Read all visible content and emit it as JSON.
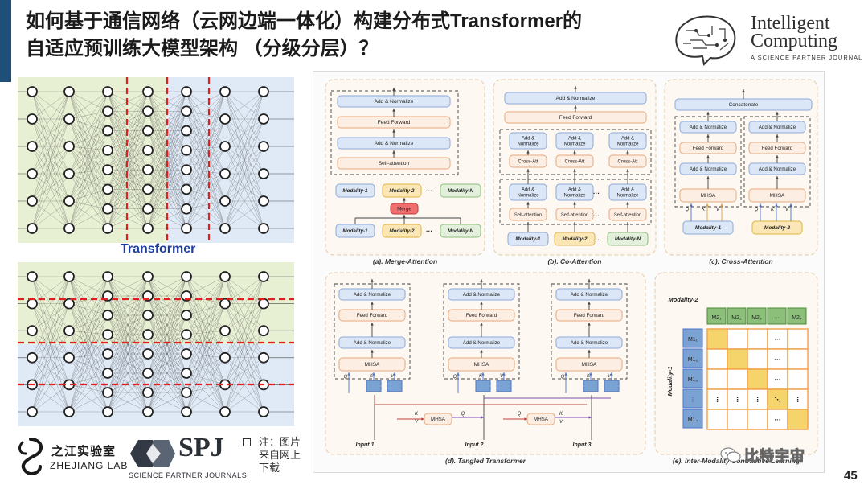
{
  "slide": {
    "title_line1": "如何基于通信网络（云网边端一体化）构建分布式Transformer的",
    "title_line2": "自适应预训练大模型架构 （分级分层）？",
    "page_number": "45",
    "note": [
      "注：图片",
      "来自网上",
      "下载"
    ],
    "transformer_label": "Transformer"
  },
  "brands": {
    "journal_name_line1": "Intelligent",
    "journal_name_line2": "Computing",
    "journal_sub": "A SCIENCE PARTNER JOURNAL",
    "zj_cn": "之江实验室",
    "zj_en": "ZHEJIANG LAB",
    "spj": "SPJ",
    "spj_sub": "SCIENCE PARTNER JOURNALS",
    "watermark": "比特宇宙"
  },
  "panels": {
    "a": {
      "caption": "(a). Merge-Attention",
      "blocks": [
        "Add & Normalize",
        "Feed Forward",
        "Add & Normalize",
        "Self-attention"
      ],
      "modalities_top": [
        "Modality-1",
        "Modality-2",
        "Modality-N"
      ],
      "merge": "Merge",
      "modalities_bottom": [
        "Modality-1",
        "Modality-2",
        "Modality-N"
      ],
      "ellipsis": "···"
    },
    "b": {
      "caption": "(b). Co-Attention",
      "top_blocks": [
        "Add & Normalize",
        "Feed Forward"
      ],
      "an": [
        "Add &",
        "Normalize"
      ],
      "cross": "Cross-Att",
      "self": "Self-attention",
      "modalities": [
        "Modality-1",
        "Modality-2",
        "Modality-N"
      ],
      "ellipsis": "···"
    },
    "c": {
      "caption": "(c). Cross-Attention",
      "concat": "Concatenate",
      "blocks": [
        "Add & Normalize",
        "Feed Forward",
        "Add & Normalize",
        "MHSA"
      ],
      "qkv": [
        "Q",
        "K",
        "V"
      ],
      "modalities": [
        "Modality-1",
        "Modality-2"
      ]
    },
    "d": {
      "caption": "(d). Tangled Transformer",
      "blocks": [
        "Add & Normalize",
        "Feed Forward",
        "Add & Normalize",
        "MHSA"
      ],
      "qkv": [
        "Q",
        "K",
        "V"
      ],
      "mhsa": "MHSA",
      "inputs": [
        "Input 1",
        "Input 2",
        "Input 3"
      ]
    },
    "e": {
      "caption": "(e). Inter-Modality Contrastive Learning",
      "modality2": "Modality-2",
      "modality1": "Modality-1",
      "cols": [
        "M2₁",
        "M2₂",
        "M2₃",
        "···",
        "M2₄"
      ],
      "rows": [
        "M1₁",
        "M1₂",
        "M1₃",
        "⋮",
        "M1₄"
      ],
      "dots_h": "···",
      "dots_v": "⋮",
      "dots_d": "⋱",
      "diagonal_highlight": "#f4d46b",
      "cell_border": "#f0a04b"
    }
  },
  "colors": {
    "accent": "#1f4e79",
    "green_bg": "#e8f0d4",
    "blue_bg": "#dfeaf6",
    "red_dash": "#e02020",
    "node_stroke": "#222222",
    "edge": "#444444",
    "title_blue": "#1f3e9f"
  }
}
